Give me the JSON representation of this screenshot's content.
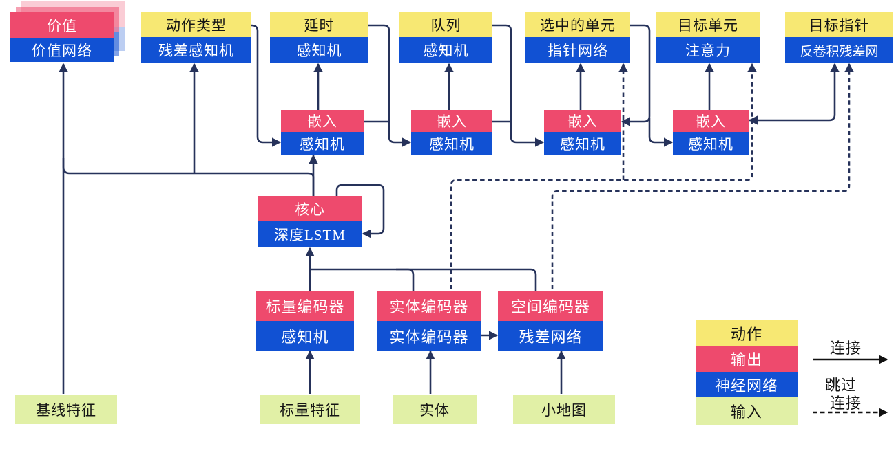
{
  "diagram_title": "agent-architecture-diagram",
  "colors": {
    "action_yellow": "#f7e873",
    "output_red": "#ee4a6d",
    "network_blue": "#1151d3",
    "input_green": "#e1f0a6",
    "wire_navy": "#26325a",
    "legend_arrow_black": "#111111"
  },
  "nodes": {
    "value": {
      "top": "价值",
      "bottom": "价值网络"
    },
    "action_type": {
      "top": "动作类型",
      "bottom": "残差感知机"
    },
    "delay": {
      "top": "延时",
      "bottom": "感知机"
    },
    "queued": {
      "top": "队列",
      "bottom": "感知机"
    },
    "selected_units": {
      "top": "选中的单元",
      "bottom": "指针网络"
    },
    "target_unit": {
      "top": "目标单元",
      "bottom": "注意力"
    },
    "target_point": {
      "top": "目标指针",
      "bottom": "反卷积残差网"
    },
    "embed1": {
      "top": "嵌入",
      "bottom": "感知机"
    },
    "embed2": {
      "top": "嵌入",
      "bottom": "感知机"
    },
    "embed3": {
      "top": "嵌入",
      "bottom": "感知机"
    },
    "embed4": {
      "top": "嵌入",
      "bottom": "感知机"
    },
    "core": {
      "top": "核心",
      "bottom": "深度LSTM"
    },
    "scalar_encoder": {
      "top": "标量编码器",
      "bottom": "感知机"
    },
    "entity_encoder": {
      "top": "实体编码器",
      "bottom": "实体编码器"
    },
    "spatial_encoder": {
      "top": "空间编码器",
      "bottom": "残差网络"
    }
  },
  "inputs": {
    "baseline": "基线特征",
    "scalar": "标量特征",
    "entity": "实体",
    "minimap": "小地图"
  },
  "legend": {
    "action": "动作",
    "output": "输出",
    "network": "神经网络",
    "input": "输入",
    "connection": "连接",
    "skip_line1": "跳过",
    "skip_line2": "连接"
  }
}
